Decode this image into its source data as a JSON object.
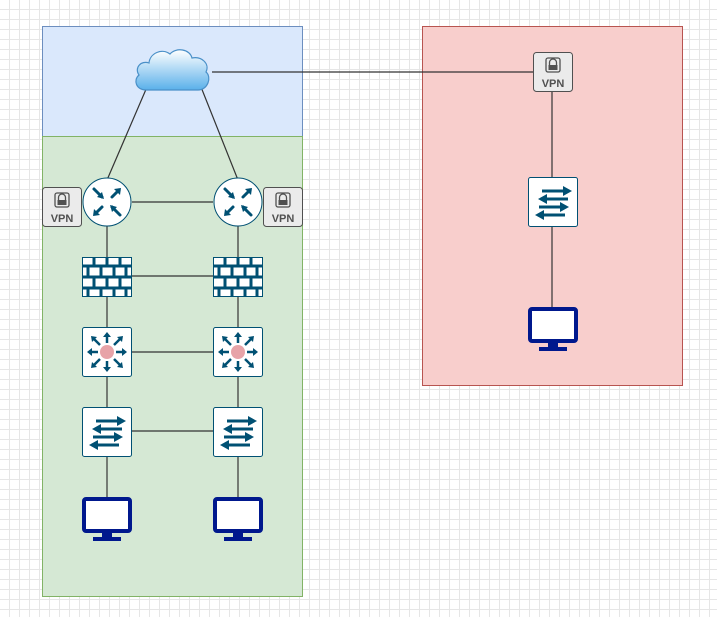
{
  "colors": {
    "cloud_zone": "#dae8fc",
    "internal_zone": "#d5e8d4",
    "remote_zone": "#f8cecc",
    "device_icon": "#005073",
    "monitor_icon": "#00188d",
    "router_core": "#e7a3a8",
    "link": "#333333"
  },
  "nodes": {
    "vpn_left": {
      "label": "VPN",
      "icon": "lock-icon"
    },
    "vpn_right": {
      "label": "VPN",
      "icon": "lock-icon"
    },
    "vpn_remote": {
      "label": "VPN",
      "icon": "lock-icon"
    }
  }
}
